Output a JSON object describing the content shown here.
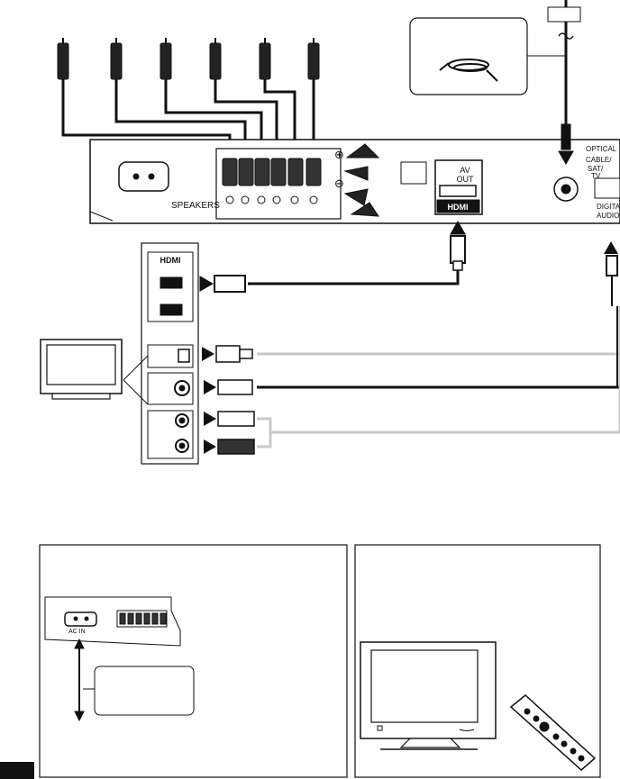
{
  "speakers_label": "SPEAKERS",
  "hdmi_port": {
    "title_line1": "AV",
    "title_line2": "OUT",
    "logo_text": "HDMI"
  },
  "tv_panel": {
    "hdmi_logo": "HDMI"
  },
  "antenna_jack": {
    "label_line1": "OPTICAL",
    "label_line2": "CABLE/",
    "label_line3": "SAT/",
    "label_line4": "TV"
  },
  "digital_audio": {
    "line1": "DIGITAL",
    "line2": "AUDIO"
  },
  "ac_in_label": "AC IN",
  "polarity": {
    "plus": "⊕",
    "minus": "⊖"
  },
  "icons": [
    "speaker-plug-icon",
    "antenna-cable-icon",
    "tv-icon",
    "remote-control-icon",
    "ac-power-cord-icon"
  ],
  "colors": {
    "stroke": "#111111",
    "cable_grey": "#c8c8c8",
    "panel_bg": "#ffffff"
  }
}
